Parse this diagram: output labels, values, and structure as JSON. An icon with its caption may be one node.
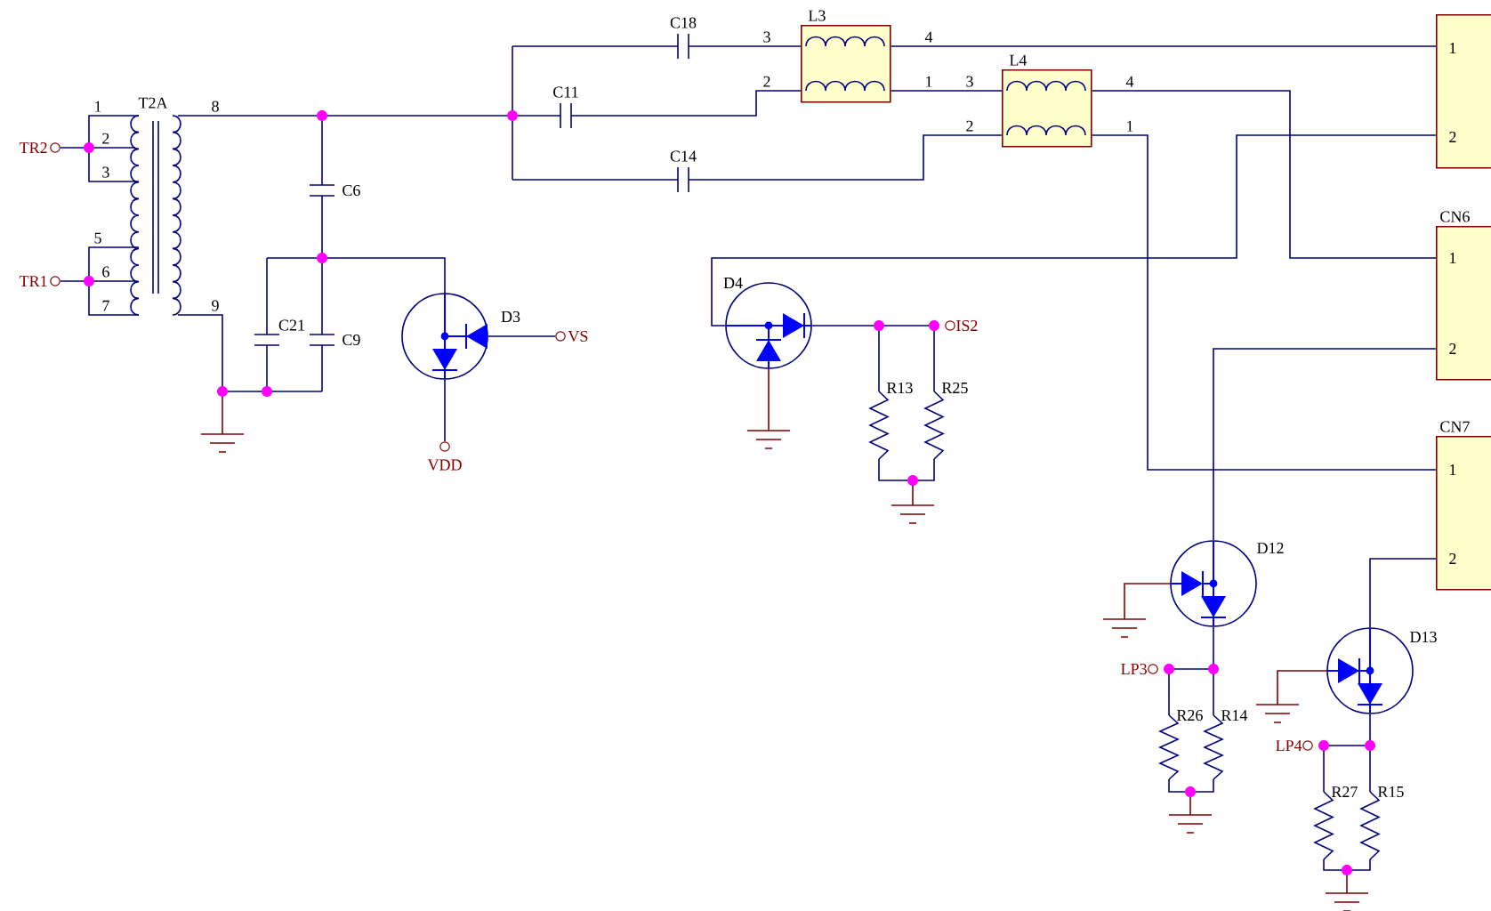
{
  "diagram": {
    "nodes": [
      {
        "text": [
          "L3"
        ]
      },
      {
        "text": [
          "L4"
        ]
      },
      {
        "text": [
          "1",
          "2"
        ]
      },
      {
        "text": [
          "CN6",
          "1",
          "2"
        ]
      },
      {
        "text": [
          "CN7",
          "1",
          "2"
        ]
      },
      {
        "text": [
          "T2A"
        ]
      },
      {
        "text": [
          "TR2"
        ]
      },
      {
        "text": [
          "TR1"
        ]
      },
      {
        "text": [
          "D3"
        ]
      },
      {
        "text": [
          "VS"
        ]
      },
      {
        "text": [
          "VDD"
        ]
      },
      {
        "text": [
          "D4"
        ]
      },
      {
        "text": [
          "IS2"
        ]
      },
      {
        "text": [
          "D12"
        ]
      },
      {
        "text": [
          "LP3"
        ]
      },
      {
        "text": [
          "D13"
        ]
      },
      {
        "text": [
          "LP4"
        ]
      }
    ],
    "edges": [
      {
        "from": 0,
        "to": 2,
        "arrow": "none"
      },
      {
        "from": 0,
        "to": 1,
        "arrow": "none"
      },
      {
        "from": 1,
        "to": 3,
        "arrow": "none"
      },
      {
        "from": 1,
        "to": 4,
        "arrow": "none"
      },
      {
        "from": 2,
        "to": 11,
        "arrow": "none"
      },
      {
        "from": 3,
        "to": 13,
        "arrow": "none"
      },
      {
        "from": 4,
        "to": 15,
        "arrow": "none"
      },
      {
        "from": 6,
        "to": 5,
        "arrow": "none"
      },
      {
        "from": 7,
        "to": 5,
        "arrow": "none"
      },
      {
        "from": 8,
        "to": 9,
        "arrow": "none"
      },
      {
        "from": 8,
        "to": 10,
        "arrow": "none"
      },
      {
        "from": 11,
        "to": 12,
        "arrow": "none"
      },
      {
        "from": 13,
        "to": 14,
        "arrow": "none"
      },
      {
        "from": 15,
        "to": 16,
        "arrow": "none"
      }
    ],
    "labels": [
      "C18",
      "1",
      "2",
      "3",
      "5",
      "6",
      "7",
      "8",
      "9",
      "C11",
      "3",
      "2",
      "4",
      "1",
      "3",
      "2",
      "4",
      "1",
      "C14",
      "C6",
      "C21",
      "C9",
      "R13",
      "R25",
      "R26",
      "R14",
      "R27",
      "R15"
    ]
  }
}
